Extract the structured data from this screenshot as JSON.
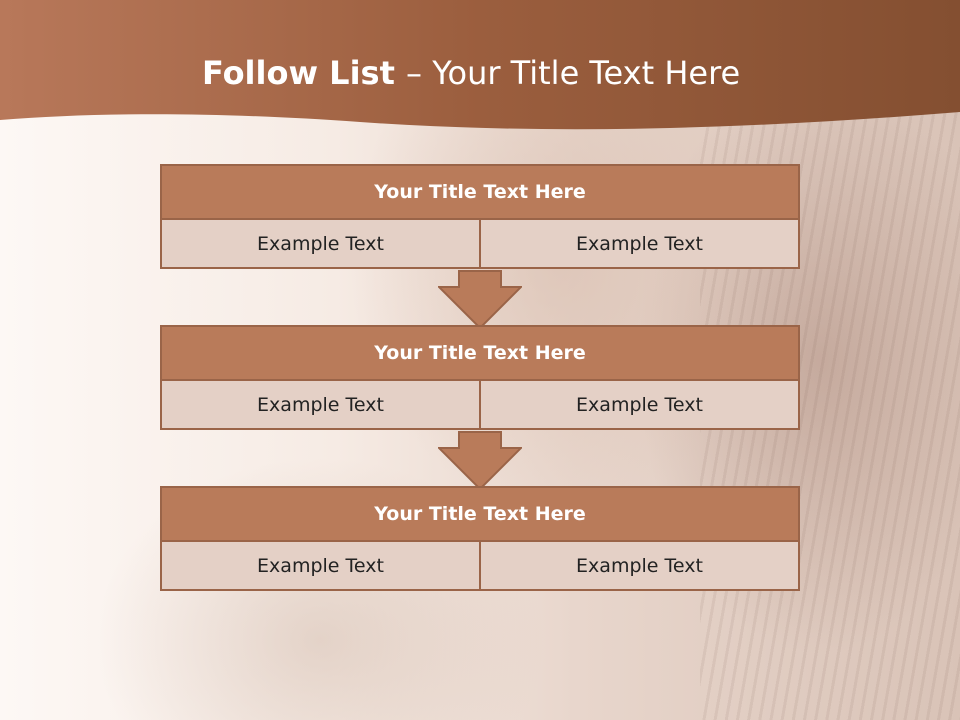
{
  "slide": {
    "title_bold": "Follow List ",
    "title_rest": " – Your Title Text Here"
  },
  "steps": [
    {
      "title": "Your Title Text Here",
      "cells": [
        "Example Text",
        "Example Text"
      ]
    },
    {
      "title": "Your Title Text Here",
      "cells": [
        "Example Text",
        "Example Text"
      ]
    },
    {
      "title": "Your Title Text Here",
      "cells": [
        "Example Text",
        "Example Text"
      ]
    }
  ],
  "colors": {
    "header_brown": "#8a5535",
    "box_fill": "#b97b5a",
    "box_border": "#9a6448",
    "cell_fill": "#e4d0c6",
    "arrow_fill": "#b97b5a"
  }
}
